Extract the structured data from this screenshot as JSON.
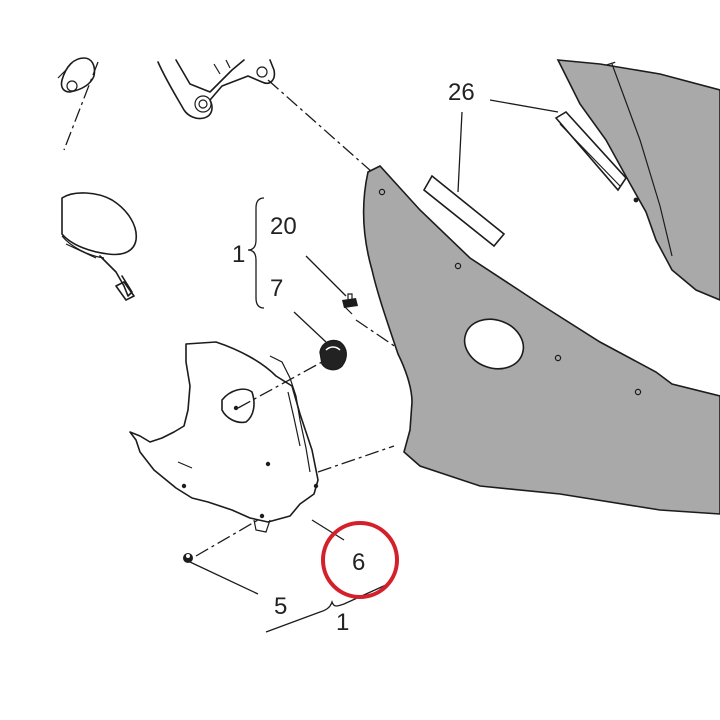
{
  "diagram": {
    "labels": {
      "part_26": "26",
      "part_20": "20",
      "part_7": "7",
      "part_1_top": "1",
      "part_6": "6",
      "part_5": "5",
      "part_1_bottom": "1"
    },
    "highlight": {
      "target": "6",
      "color": "#d3202a"
    },
    "colors": {
      "panel_fill": "#a9a9a9",
      "line": "#1c1c1c",
      "background": "#ffffff"
    }
  }
}
